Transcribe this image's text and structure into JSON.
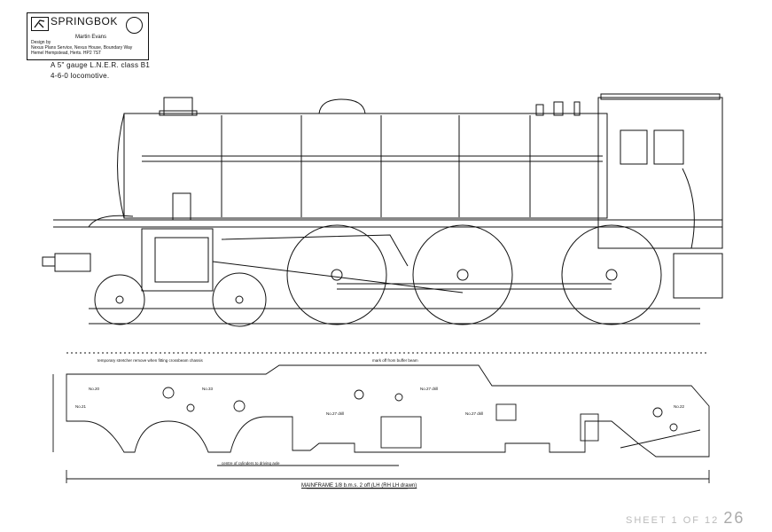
{
  "title_block": {
    "brand": "SPRINGBOK",
    "design_label": "Design by",
    "author": "Martin Evans",
    "address_line1": "Nexus Plans Service, Nexus House, Boundary Way",
    "address_line2": "Hemel Hempstead, Herts. HP2 7ST"
  },
  "description": {
    "line1": "A 5\" gauge L.N.E.R. class B1",
    "line2": "4-6-0 locomotive."
  },
  "frame_labels": {
    "centre_cylinders": "centre of cylinders to driving axle",
    "no20": "No.20",
    "no33": "No.33",
    "no21": "No.21",
    "no27a": "No.27 drill",
    "no27b": "No.27 drill",
    "no27c": "No.27 drill",
    "no22": "No.22",
    "temp_note": "temporary stretcher\nremove when fitting\ncrossbeam chassis",
    "mark_off": "mark off\nfrom buffer\nbeam"
  },
  "caption": "MAINFRAME 1/8 b.m.s. 2 off (LH (RH LH drawn)",
  "sheet": {
    "label": "SHEET 1 OF 12",
    "number": "26"
  },
  "icons": {
    "logo": "springbok-logo-icon",
    "seal": "circle-mark-icon"
  }
}
